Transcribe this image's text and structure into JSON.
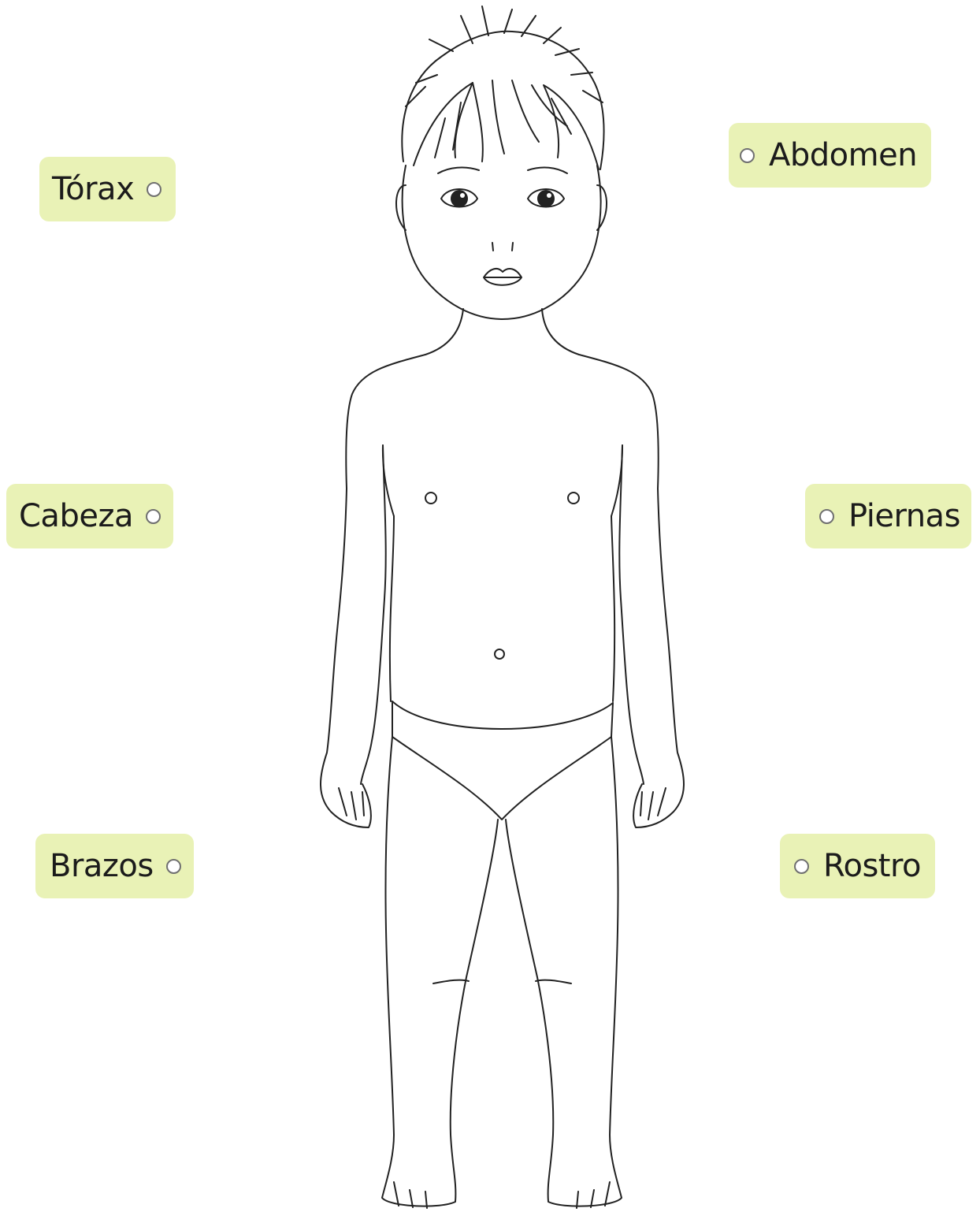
{
  "labels": {
    "torax": "Tórax",
    "cabeza": "Cabeza",
    "brazos": "Brazos",
    "abdomen": "Abdomen",
    "piernas": "Piernas",
    "rostro": "Rostro"
  },
  "colors": {
    "chip_background": "#e9f2b6",
    "line": "#222222",
    "radio_border": "#707070"
  }
}
